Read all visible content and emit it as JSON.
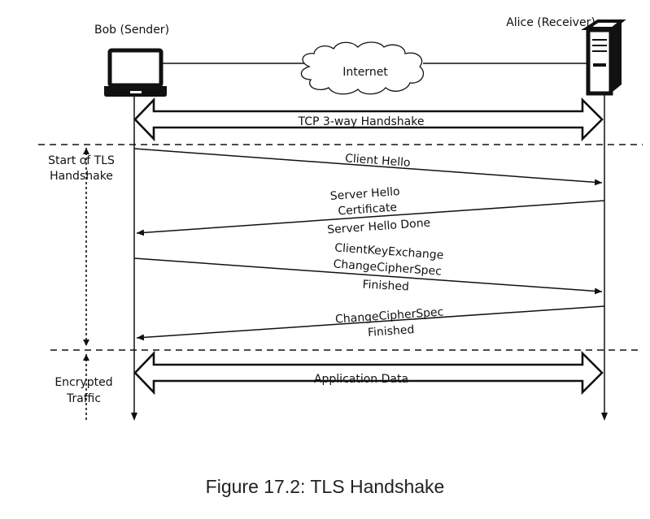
{
  "nodes": {
    "sender": "Bob (Sender)",
    "receiver": "Alice (Receiver)",
    "network": "Internet"
  },
  "phases": {
    "tls_start_line1": "Start of TLS",
    "tls_start_line2": "Handshake",
    "encrypted_line1": "Encrypted",
    "encrypted_line2": "Traffic"
  },
  "exchanges": {
    "tcp": "TCP 3-way Handshake",
    "app": "Application Data"
  },
  "messages": {
    "client_hello": "Client Hello",
    "server_hello": [
      "Server Hello",
      "Certificate",
      "Server Hello Done"
    ],
    "client_key": [
      "ClientKeyExchange",
      "ChangeCipherSpec",
      "Finished"
    ],
    "server_finish": [
      "ChangeCipherSpec",
      "Finished"
    ]
  },
  "caption": "Figure 17.2: TLS Handshake"
}
